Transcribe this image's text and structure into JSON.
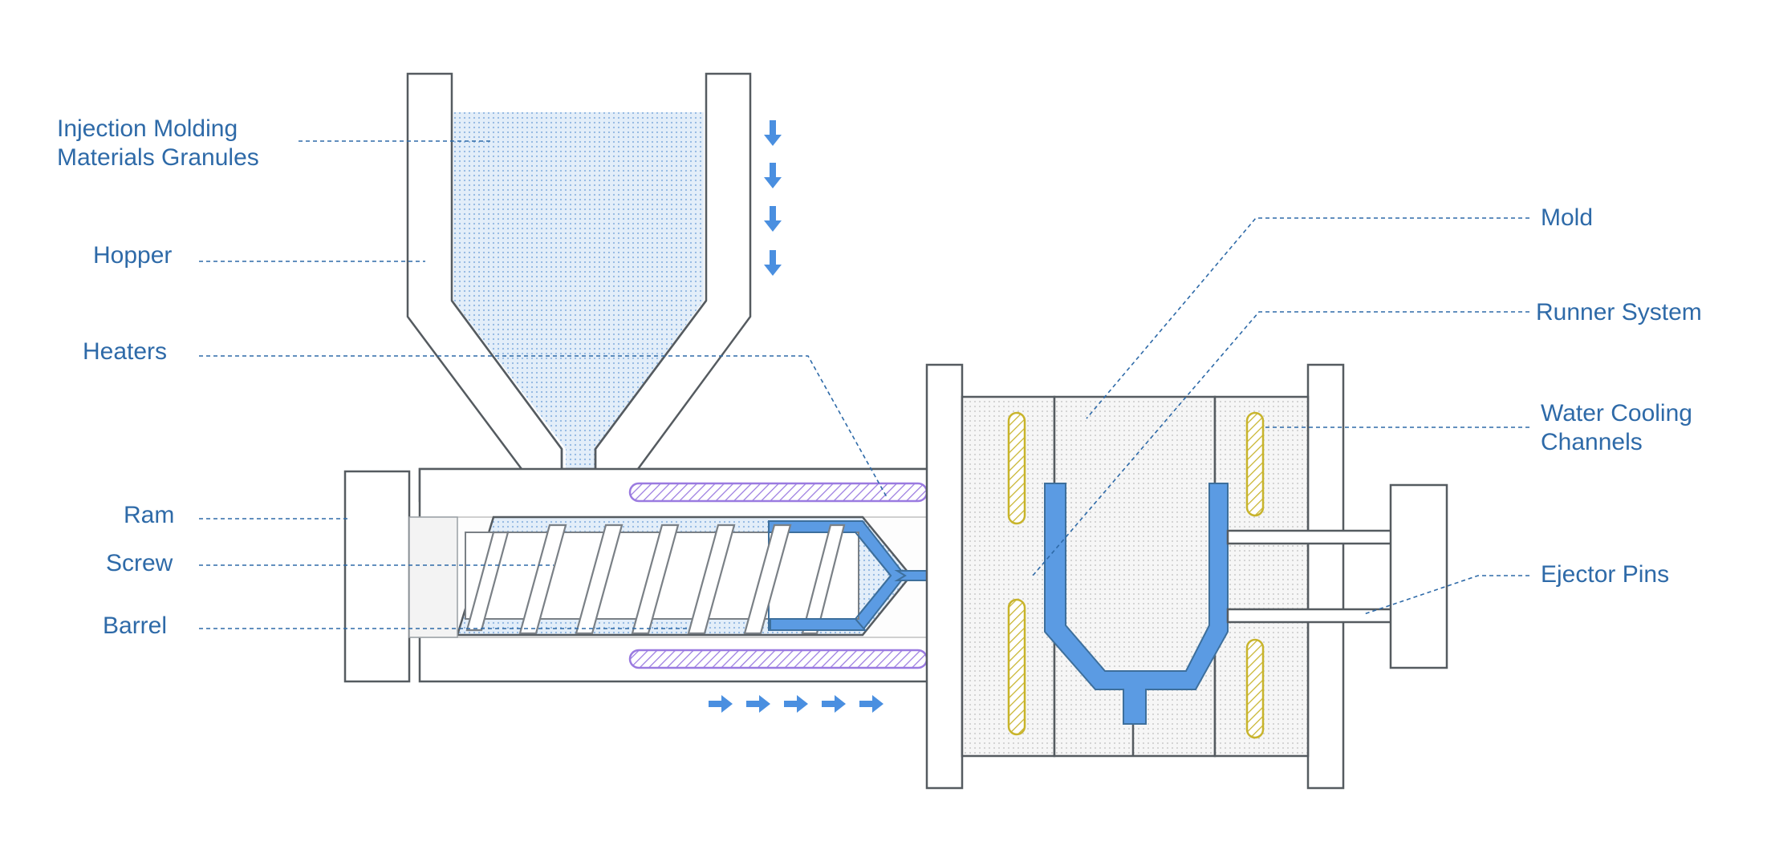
{
  "labels": {
    "granules_line1": "Injection Molding",
    "granules_line2": "Materials Granules",
    "hopper": "Hopper",
    "heaters": "Heaters",
    "ram": "Ram",
    "screw": "Screw",
    "barrel": "Barrel",
    "mold": "Mold",
    "runner": "Runner System",
    "cooling_line1": "Water Cooling",
    "cooling_line2": "Channels",
    "ejector": "Ejector Pins"
  },
  "colors": {
    "label": "#2e6aa8",
    "plastic": "#5b9be3",
    "heater": "#9a7ae0",
    "cooling": "#c8b42c",
    "arrow": "#4a8fe0"
  }
}
